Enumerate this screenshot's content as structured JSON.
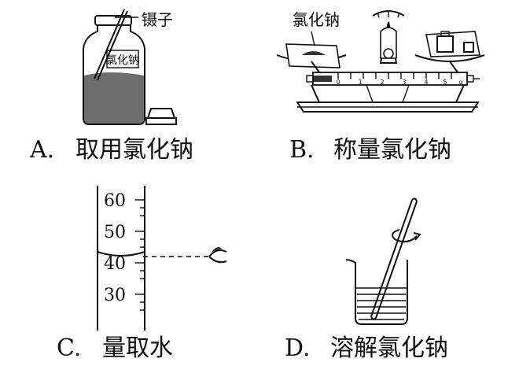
{
  "panel_a": {
    "letter": "A.",
    "caption": "取用氯化钠",
    "tool_label": "镊子",
    "jar_label": "氯化钠"
  },
  "panel_b": {
    "letter": "B.",
    "caption": "称量氯化钠",
    "pan_label": "氯化钠",
    "scale_ticks": [
      "0",
      "1",
      "2",
      "3",
      "4",
      "5",
      "g"
    ]
  },
  "panel_c": {
    "letter": "C.",
    "caption": "量取水",
    "cylinder_ticks": [
      "60",
      "50",
      "40",
      "30"
    ]
  },
  "panel_d": {
    "letter": "D.",
    "caption": "溶解氯化钠"
  }
}
